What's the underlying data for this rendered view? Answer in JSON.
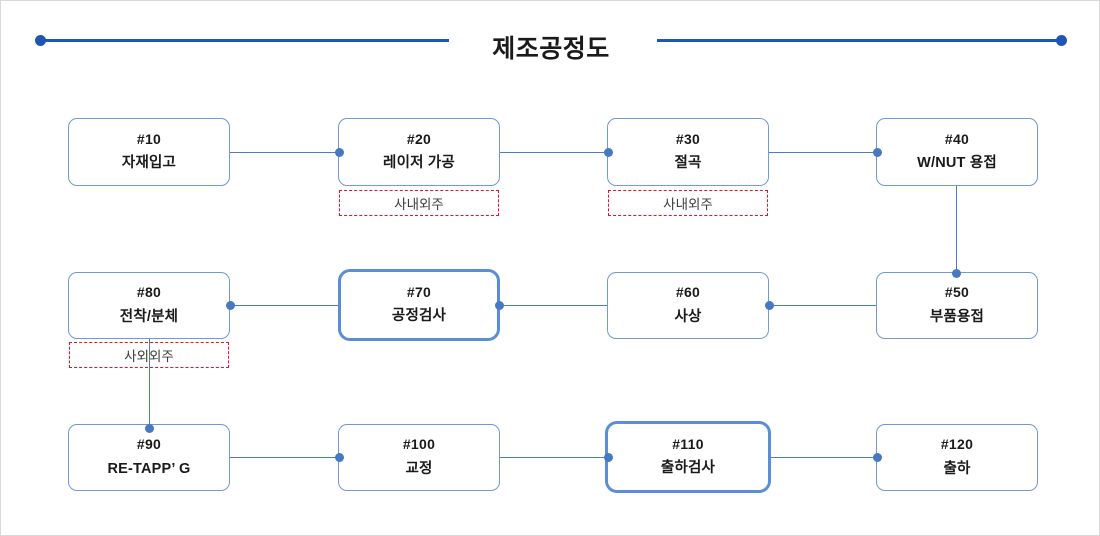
{
  "title": "제조공정도",
  "decoration": {
    "left_dot": "line-end-dot",
    "right_dot": "line-end-dot"
  },
  "flow": {
    "nodes": [
      {
        "id": "n10",
        "code": "#10",
        "label": "자재입고",
        "highlight": false,
        "row": 1,
        "col": 1
      },
      {
        "id": "n20",
        "code": "#20",
        "label": "레이저 가공",
        "highlight": false,
        "row": 1,
        "col": 2
      },
      {
        "id": "n30",
        "code": "#30",
        "label": "절곡",
        "highlight": false,
        "row": 1,
        "col": 3
      },
      {
        "id": "n40",
        "code": "#40",
        "label": "W/NUT 용접",
        "highlight": false,
        "row": 1,
        "col": 4
      },
      {
        "id": "n80",
        "code": "#80",
        "label": "전착/분체",
        "highlight": false,
        "row": 2,
        "col": 1
      },
      {
        "id": "n70",
        "code": "#70",
        "label": "공정검사",
        "highlight": true,
        "row": 2,
        "col": 2
      },
      {
        "id": "n60",
        "code": "#60",
        "label": "사상",
        "highlight": false,
        "row": 2,
        "col": 3
      },
      {
        "id": "n50",
        "code": "#50",
        "label": "부품용접",
        "highlight": false,
        "row": 2,
        "col": 4
      },
      {
        "id": "n90",
        "code": "#90",
        "label": "RE-TAPP’ G",
        "highlight": false,
        "row": 3,
        "col": 1
      },
      {
        "id": "n100",
        "code": "#100",
        "label": "교정",
        "highlight": false,
        "row": 3,
        "col": 2
      },
      {
        "id": "n110",
        "code": "#110",
        "label": "출하검사",
        "highlight": true,
        "row": 3,
        "col": 3
      },
      {
        "id": "n120",
        "code": "#120",
        "label": "출하",
        "highlight": false,
        "row": 3,
        "col": 4
      }
    ],
    "tags": [
      {
        "id": "t20",
        "text": "사내외주",
        "for": "n20"
      },
      {
        "id": "t30",
        "text": "사내외주",
        "for": "n30"
      },
      {
        "id": "t80",
        "text": "사외외주",
        "for": "n80"
      }
    ],
    "colors": {
      "node_border": "#7099d8",
      "node_border_highlight": "#5b8ed4",
      "connector": "#4a7ec4",
      "connector_dot": "#4679c0",
      "tag_border": "#e8112d",
      "title_line": "#1f56b4"
    }
  }
}
